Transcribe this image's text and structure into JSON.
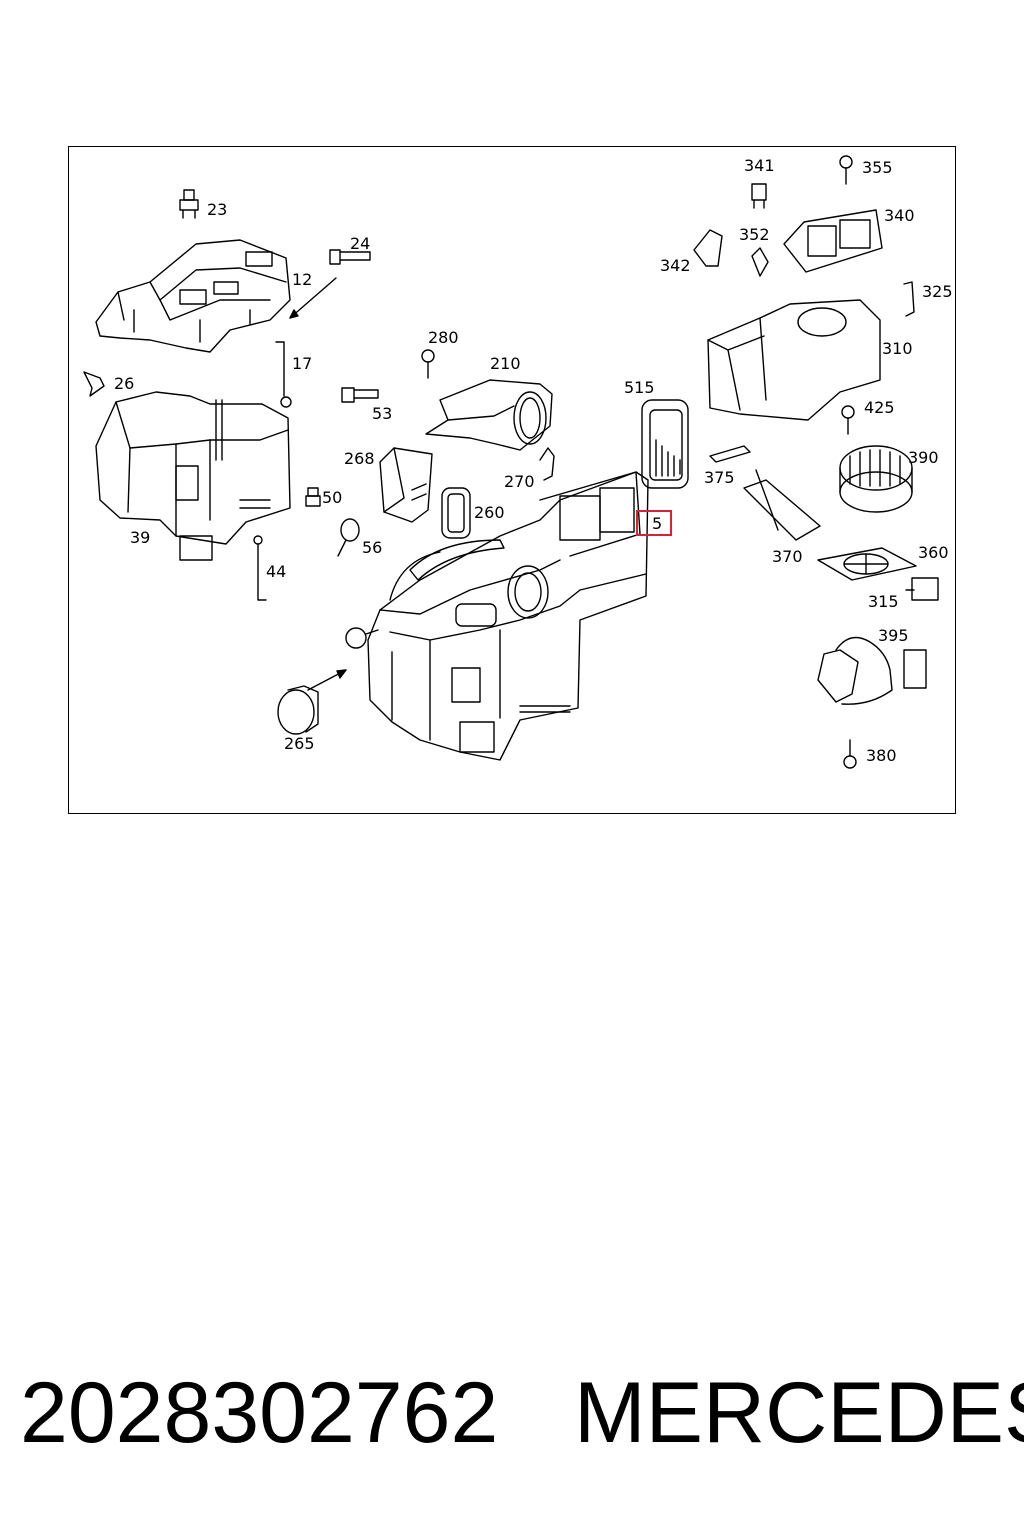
{
  "diagram": {
    "part_numbers": {
      "p23": "23",
      "p24": "24",
      "p12": "12",
      "p17": "17",
      "p26": "26",
      "p39": "39",
      "p44": "44",
      "p50": "50",
      "p53": "53",
      "p56": "56",
      "p280": "280",
      "p210": "210",
      "p268": "268",
      "p270": "270",
      "p260": "260",
      "p265": "265",
      "p515": "515",
      "p5": "5",
      "p341": "341",
      "p355": "355",
      "p340": "340",
      "p352": "352",
      "p342": "342",
      "p325": "325",
      "p310": "310",
      "p425": "425",
      "p375": "375",
      "p390": "390",
      "p370": "370",
      "p360": "360",
      "p315": "315",
      "p395": "395",
      "p380": "380"
    },
    "highlight_color": "#d9232e"
  },
  "footer": {
    "part_code": "2028302762",
    "brand": "MERCEDES"
  }
}
